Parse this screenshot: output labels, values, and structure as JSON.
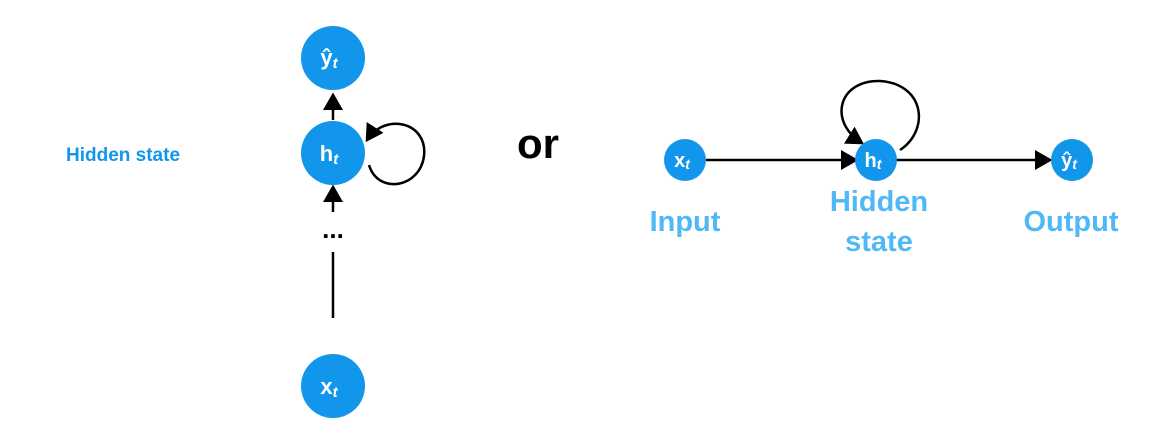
{
  "left_diagram": {
    "side_label": "Hidden state",
    "ellipsis": "...",
    "nodes": {
      "output": {
        "main": "ŷ",
        "sub": "t"
      },
      "hidden": {
        "main": "h",
        "sub": "t"
      },
      "input": {
        "main": "x",
        "sub": "t"
      }
    }
  },
  "separator": "or",
  "right_diagram": {
    "nodes": {
      "input": {
        "main": "x",
        "sub": "t"
      },
      "hidden": {
        "main": "h",
        "sub": "t"
      },
      "output": {
        "main": "ŷ",
        "sub": "t"
      }
    },
    "labels": {
      "input": "Input",
      "hidden_line1": "Hidden",
      "hidden_line2": "state",
      "output": "Output"
    }
  },
  "colors": {
    "node_fill": "#1296EC",
    "label_blue": "#1296EC",
    "label_light_blue": "#4FB8F5",
    "edge": "#000000"
  }
}
